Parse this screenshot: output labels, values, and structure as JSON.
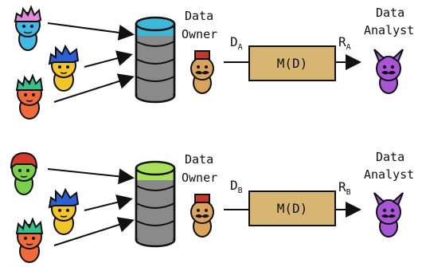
{
  "rows": [
    {
      "id": "A",
      "owner_label_line1": "Data",
      "owner_label_line2": "Owner",
      "input_symbol": "D",
      "input_subscript": "A",
      "mechanism_label": "M(D)",
      "output_symbol": "R",
      "output_subscript": "A",
      "analyst_label_line1": "Data",
      "analyst_label_line2": "Analyst",
      "database_top_color": "#3fb7d9",
      "contributors": [
        {
          "name": "pink-hair-person",
          "hair": "#e08ad8",
          "skin": "#45b9e6"
        },
        {
          "name": "blue-hair-person",
          "hair": "#2a5fd6",
          "skin": "#f2c62a"
        },
        {
          "name": "teal-hair-person",
          "hair": "#34c28a",
          "skin": "#f26a3a"
        }
      ]
    },
    {
      "id": "B",
      "owner_label_line1": "Data",
      "owner_label_line2": "Owner",
      "input_symbol": "D",
      "input_subscript": "B",
      "mechanism_label": "M(D)",
      "output_symbol": "R",
      "output_subscript": "B",
      "analyst_label_line1": "Data",
      "analyst_label_line2": "Analyst",
      "database_top_color": "#a9e05a",
      "contributors": [
        {
          "name": "red-hair-person",
          "hair": "#d63a2a",
          "skin": "#7ad04a"
        },
        {
          "name": "blue-hair-person",
          "hair": "#2a5fd6",
          "skin": "#f2c62a"
        },
        {
          "name": "teal-hair-person",
          "hair": "#34c28a",
          "skin": "#f26a3a"
        }
      ]
    }
  ],
  "colors": {
    "mechanism_box": "#d7b672",
    "owner_skin": "#d9a35a",
    "owner_hat": "#c0392b",
    "analyst_body": "#a855d8",
    "database_body": "#8a8a8a"
  }
}
